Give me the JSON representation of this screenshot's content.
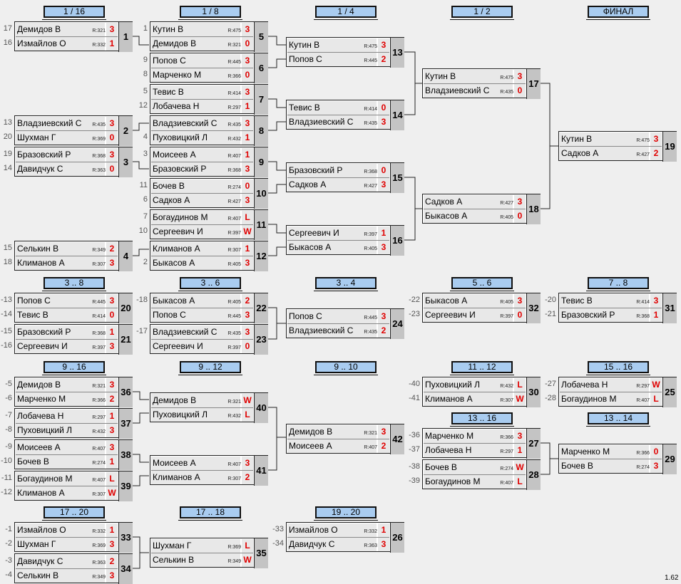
{
  "version": "1.62",
  "headers": {
    "h1": "1 / 16",
    "h2": "1 / 8",
    "h3": "1 / 4",
    "h4": "1 / 2",
    "h5": "ФИНАЛ",
    "h6": "3 .. 8",
    "h7": "3 .. 6",
    "h8": "3 .. 4",
    "h9": "5 .. 6",
    "h10": "7 .. 8",
    "h11": "9 .. 16",
    "h12": "9 .. 12",
    "h13": "9 .. 10",
    "h14": "11 .. 12",
    "h15": "15 .. 16",
    "h16": "13 .. 16",
    "h17": "13 .. 14",
    "h18": "17 .. 20",
    "h19": "17 .. 18",
    "h20": "19 .. 20"
  },
  "matches": {
    "m1": {
      "no": "1",
      "s1": "17",
      "s2": "16",
      "p1": "Демидов В",
      "r1": "R:321",
      "c1": "3",
      "p2": "Измайлов О",
      "r2": "R:332",
      "c2": "1"
    },
    "m2": {
      "no": "2",
      "s1": "13",
      "s2": "20",
      "p1": "Владзиевский С",
      "r1": "R:435",
      "c1": "3",
      "p2": "Шухман Г",
      "r2": "R:369",
      "c2": "0"
    },
    "m3": {
      "no": "3",
      "s1": "19",
      "s2": "14",
      "p1": "Бразовский Р",
      "r1": "R:368",
      "c1": "3",
      "p2": "Давидчук С",
      "r2": "R:363",
      "c2": "0"
    },
    "m4": {
      "no": "4",
      "s1": "15",
      "s2": "18",
      "p1": "Селькин В",
      "r1": "R:349",
      "c1": "2",
      "p2": "Климанов А",
      "r2": "R:307",
      "c2": "3"
    },
    "m5": {
      "no": "5",
      "s1": "1",
      "s2": "",
      "p1": "Кутин В",
      "r1": "R:475",
      "c1": "3",
      "p2": "Демидов В",
      "r2": "R:321",
      "c2": "0"
    },
    "m6": {
      "no": "6",
      "s1": "9",
      "s2": "8",
      "p1": "Попов С",
      "r1": "R:445",
      "c1": "3",
      "p2": "Марченко М",
      "r2": "R:366",
      "c2": "0"
    },
    "m7": {
      "no": "7",
      "s1": "5",
      "s2": "12",
      "p1": "Тевис В",
      "r1": "R:414",
      "c1": "3",
      "p2": "Лобачева Н",
      "r2": "R:297",
      "c2": "1"
    },
    "m8": {
      "no": "8",
      "s1": "",
      "s2": "4",
      "p1": "Владзиевский С",
      "r1": "R:435",
      "c1": "3",
      "p2": "Пуховицкий Л",
      "r2": "R:432",
      "c2": "1"
    },
    "m9": {
      "no": "9",
      "s1": "3",
      "s2": "",
      "p1": "Моисеев А",
      "r1": "R:407",
      "c1": "1",
      "p2": "Бразовский Р",
      "r2": "R:368",
      "c2": "3"
    },
    "m10": {
      "no": "10",
      "s1": "11",
      "s2": "6",
      "p1": "Бочев В",
      "r1": "R:274",
      "c1": "0",
      "p2": "Садков А",
      "r2": "R:427",
      "c2": "3"
    },
    "m11": {
      "no": "11",
      "s1": "7",
      "s2": "10",
      "p1": "Богаудинов М",
      "r1": "R:407",
      "c1": "L",
      "p2": "Сергеевич И",
      "r2": "R:397",
      "c2": "W"
    },
    "m12": {
      "no": "12",
      "s1": "",
      "s2": "2",
      "p1": "Климанов А",
      "r1": "R:307",
      "c1": "1",
      "p2": "Быкасов А",
      "r2": "R:405",
      "c2": "3"
    },
    "m13": {
      "no": "13",
      "s1": "",
      "s2": "",
      "p1": "Кутин В",
      "r1": "R:475",
      "c1": "3",
      "p2": "Попов С",
      "r2": "R:445",
      "c2": "2"
    },
    "m14": {
      "no": "14",
      "s1": "",
      "s2": "",
      "p1": "Тевис В",
      "r1": "R:414",
      "c1": "0",
      "p2": "Владзиевский С",
      "r2": "R:435",
      "c2": "3"
    },
    "m15": {
      "no": "15",
      "s1": "",
      "s2": "",
      "p1": "Бразовский Р",
      "r1": "R:368",
      "c1": "0",
      "p2": "Садков А",
      "r2": "R:427",
      "c2": "3"
    },
    "m16": {
      "no": "16",
      "s1": "",
      "s2": "",
      "p1": "Сергеевич И",
      "r1": "R:397",
      "c1": "1",
      "p2": "Быкасов А",
      "r2": "R:405",
      "c2": "3"
    },
    "m17": {
      "no": "17",
      "s1": "",
      "s2": "",
      "p1": "Кутин В",
      "r1": "R:475",
      "c1": "3",
      "p2": "Владзиевский С",
      "r2": "R:435",
      "c2": "0"
    },
    "m18": {
      "no": "18",
      "s1": "",
      "s2": "",
      "p1": "Садков А",
      "r1": "R:427",
      "c1": "3",
      "p2": "Быкасов А",
      "r2": "R:405",
      "c2": "0"
    },
    "m19": {
      "no": "19",
      "s1": "",
      "s2": "",
      "p1": "Кутин В",
      "r1": "R:475",
      "c1": "3",
      "p2": "Садков А",
      "r2": "R:427",
      "c2": "2"
    },
    "m20": {
      "no": "20",
      "s1": "-13",
      "s2": "-14",
      "p1": "Попов С",
      "r1": "R:445",
      "c1": "3",
      "p2": "Тевис В",
      "r2": "R:414",
      "c2": "0"
    },
    "m21": {
      "no": "21",
      "s1": "-15",
      "s2": "-16",
      "p1": "Бразовский Р",
      "r1": "R:368",
      "c1": "1",
      "p2": "Сергеевич И",
      "r2": "R:397",
      "c2": "3"
    },
    "m22": {
      "no": "22",
      "s1": "-18",
      "s2": "",
      "p1": "Быкасов А",
      "r1": "R:405",
      "c1": "2",
      "p2": "Попов С",
      "r2": "R:445",
      "c2": "3"
    },
    "m23": {
      "no": "23",
      "s1": "-17",
      "s2": "",
      "p1": "Владзиевский С",
      "r1": "R:435",
      "c1": "3",
      "p2": "Сергеевич И",
      "r2": "R:397",
      "c2": "0"
    },
    "m24": {
      "no": "24",
      "s1": "",
      "s2": "",
      "p1": "Попов С",
      "r1": "R:445",
      "c1": "3",
      "p2": "Владзиевский С",
      "r2": "R:435",
      "c2": "2"
    },
    "m25": {
      "no": "25",
      "s1": "-27",
      "s2": "-28",
      "p1": "Лобачева Н",
      "r1": "R:297",
      "c1": "W",
      "p2": "Богаудинов М",
      "r2": "R:407",
      "c2": "L"
    },
    "m26": {
      "no": "26",
      "s1": "-33",
      "s2": "-34",
      "p1": "Измайлов О",
      "r1": "R:332",
      "c1": "1",
      "p2": "Давидчук С",
      "r2": "R:363",
      "c2": "3"
    },
    "m27": {
      "no": "27",
      "s1": "-36",
      "s2": "-37",
      "p1": "Марченко М",
      "r1": "R:366",
      "c1": "3",
      "p2": "Лобачева Н",
      "r2": "R:297",
      "c2": "1"
    },
    "m28": {
      "no": "28",
      "s1": "-38",
      "s2": "-39",
      "p1": "Бочев В",
      "r1": "R:274",
      "c1": "W",
      "p2": "Богаудинов М",
      "r2": "R:407",
      "c2": "L"
    },
    "m29": {
      "no": "29",
      "s1": "",
      "s2": "",
      "p1": "Марченко М",
      "r1": "R:366",
      "c1": "0",
      "p2": "Бочев В",
      "r2": "R:274",
      "c2": "3"
    },
    "m30": {
      "no": "30",
      "s1": "-40",
      "s2": "-41",
      "p1": "Пуховицкий Л",
      "r1": "R:432",
      "c1": "L",
      "p2": "Климанов А",
      "r2": "R:307",
      "c2": "W"
    },
    "m31": {
      "no": "31",
      "s1": "-20",
      "s2": "-21",
      "p1": "Тевис В",
      "r1": "R:414",
      "c1": "3",
      "p2": "Бразовский Р",
      "r2": "R:368",
      "c2": "1"
    },
    "m32": {
      "no": "32",
      "s1": "-22",
      "s2": "-23",
      "p1": "Быкасов А",
      "r1": "R:405",
      "c1": "3",
      "p2": "Сергеевич И",
      "r2": "R:397",
      "c2": "0"
    },
    "m33": {
      "no": "33",
      "s1": "-1",
      "s2": "-2",
      "p1": "Измайлов О",
      "r1": "R:332",
      "c1": "1",
      "p2": "Шухман Г",
      "r2": "R:369",
      "c2": "3"
    },
    "m34": {
      "no": "34",
      "s1": "-3",
      "s2": "-4",
      "p1": "Давидчук С",
      "r1": "R:363",
      "c1": "2",
      "p2": "Селькин В",
      "r2": "R:349",
      "c2": "3"
    },
    "m35": {
      "no": "35",
      "s1": "",
      "s2": "",
      "p1": "Шухман Г",
      "r1": "R:369",
      "c1": "L",
      "p2": "Селькин В",
      "r2": "R:349",
      "c2": "W"
    },
    "m36": {
      "no": "36",
      "s1": "-5",
      "s2": "-6",
      "p1": "Демидов В",
      "r1": "R:321",
      "c1": "3",
      "p2": "Марченко М",
      "r2": "R:366",
      "c2": "2"
    },
    "m37": {
      "no": "37",
      "s1": "-7",
      "s2": "-8",
      "p1": "Лобачева Н",
      "r1": "R:297",
      "c1": "1",
      "p2": "Пуховицкий Л",
      "r2": "R:432",
      "c2": "3"
    },
    "m38": {
      "no": "38",
      "s1": "-9",
      "s2": "-10",
      "p1": "Моисеев А",
      "r1": "R:407",
      "c1": "3",
      "p2": "Бочев В",
      "r2": "R:274",
      "c2": "1"
    },
    "m39": {
      "no": "39",
      "s1": "-11",
      "s2": "-12",
      "p1": "Богаудинов М",
      "r1": "R:407",
      "c1": "L",
      "p2": "Климанов А",
      "r2": "R:307",
      "c2": "W"
    },
    "m40": {
      "no": "40",
      "s1": "",
      "s2": "",
      "p1": "Демидов В",
      "r1": "R:321",
      "c1": "W",
      "p2": "Пуховицкий Л",
      "r2": "R:432",
      "c2": "L"
    },
    "m41": {
      "no": "41",
      "s1": "",
      "s2": "",
      "p1": "Моисеев А",
      "r1": "R:407",
      "c1": "3",
      "p2": "Климанов А",
      "r2": "R:307",
      "c2": "2"
    },
    "m42": {
      "no": "42",
      "s1": "",
      "s2": "",
      "p1": "Демидов В",
      "r1": "R:321",
      "c1": "3",
      "p2": "Моисеев А",
      "r2": "R:407",
      "c2": "2"
    }
  }
}
